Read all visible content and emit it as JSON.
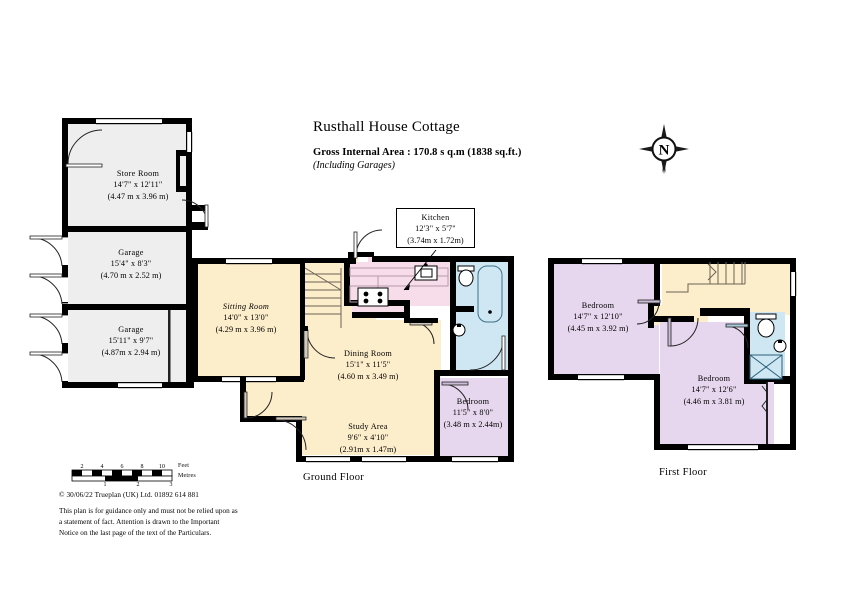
{
  "title": {
    "property_name": "Rusthall House Cottage",
    "gross_internal_area": "Gross Internal Area  :  170.8 s q.m   (1838 sq.ft.)",
    "area_note": "(Including Garages)"
  },
  "compass": {
    "north_letter": "N",
    "icon": "compass-rose-icon"
  },
  "floors": [
    {
      "key": "ground",
      "caption": "Ground Floor"
    },
    {
      "key": "first",
      "caption": "First Floor"
    }
  ],
  "ground_floor": {
    "caption": "Ground Floor",
    "rooms": [
      {
        "key": "store_room",
        "name": "Store Room",
        "dim_imperial": "14'7\"  x  12'11\"",
        "dim_metric": "(4.47 m  x  3.96 m)",
        "fill": "#eeeeee"
      },
      {
        "key": "garage_upper",
        "name": "Garage",
        "dim_imperial": "15'4\"  x  8'3\"",
        "dim_metric": "(4.70 m  x  2.52 m)",
        "fill": "#eeeeee"
      },
      {
        "key": "garage_lower",
        "name": "Garage",
        "dim_imperial": "15'11\"  x  9'7\"",
        "dim_metric": "(4.87m  x  2.94 m)",
        "fill": "#eeeeee"
      },
      {
        "key": "sitting_room",
        "name": "Sitting Room",
        "dim_imperial": "14'0\"  x  13'0\"",
        "dim_metric": "(4.29 m  x  3.96 m)",
        "fill": "#fdeecb"
      },
      {
        "key": "dining_room",
        "name": "Dining Room",
        "dim_imperial": "15'1\"  x  11'5\"",
        "dim_metric": "(4.60 m  x  3.49 m)",
        "fill": "#fdeecb"
      },
      {
        "key": "study_area",
        "name": "Study Area",
        "dim_imperial": "9'6\"  x  4'10\"",
        "dim_metric": "(2.91m  x  1.47m)",
        "fill": "#fdeecb"
      },
      {
        "key": "bedroom_ground",
        "name": "Bedroom",
        "dim_imperial": "11'5\"  x  8'0\"",
        "dim_metric": "(3.48 m  x  2.44m)",
        "fill": "#e7d7ee"
      },
      {
        "key": "kitchen",
        "name": "Kitchen",
        "dim_imperial": "12'3\"  x  5'7\"",
        "dim_metric": "(3.74m  x  1.72m)",
        "fill": "#f7dcea",
        "callout": true
      }
    ]
  },
  "first_floor": {
    "caption": "First Floor",
    "rooms": [
      {
        "key": "bedroom_left",
        "name": "Bedroom",
        "dim_imperial": "14'7\"  x  12'10\"",
        "dim_metric": "(4.45 m  x  3.92 m)",
        "fill": "#e7d7ee"
      },
      {
        "key": "bedroom_right",
        "name": "Bedroom",
        "dim_imperial": "14'7\"  x  12'6\"",
        "dim_metric": "(4.46 m  x  3.81 m)",
        "fill": "#e7d7ee"
      }
    ]
  },
  "scalebar": {
    "feet_label": "Feet",
    "metres_label": "Metres",
    "feet_ticks": [
      "2",
      "4",
      "6",
      "8",
      "10"
    ],
    "metres_ticks": [
      "1",
      "2",
      "3"
    ]
  },
  "footer": {
    "copyright": "©  30/06/22  Trueplan (UK) Ltd. 01892 614 881",
    "disclaimer": "This plan is for guidance only and must not be relied upon as a statement of fact. Attention is drawn to the Important Notice on the last page of the text of the Particulars."
  },
  "colors": {
    "wall": "#000000",
    "garage_fill": "#eeeeee",
    "living_fill": "#fdeecb",
    "bedroom_fill": "#e7d7ee",
    "kitchen_fill": "#f7dcea",
    "bathroom_fill": "#cfe7f2",
    "paper": "#ffffff"
  }
}
